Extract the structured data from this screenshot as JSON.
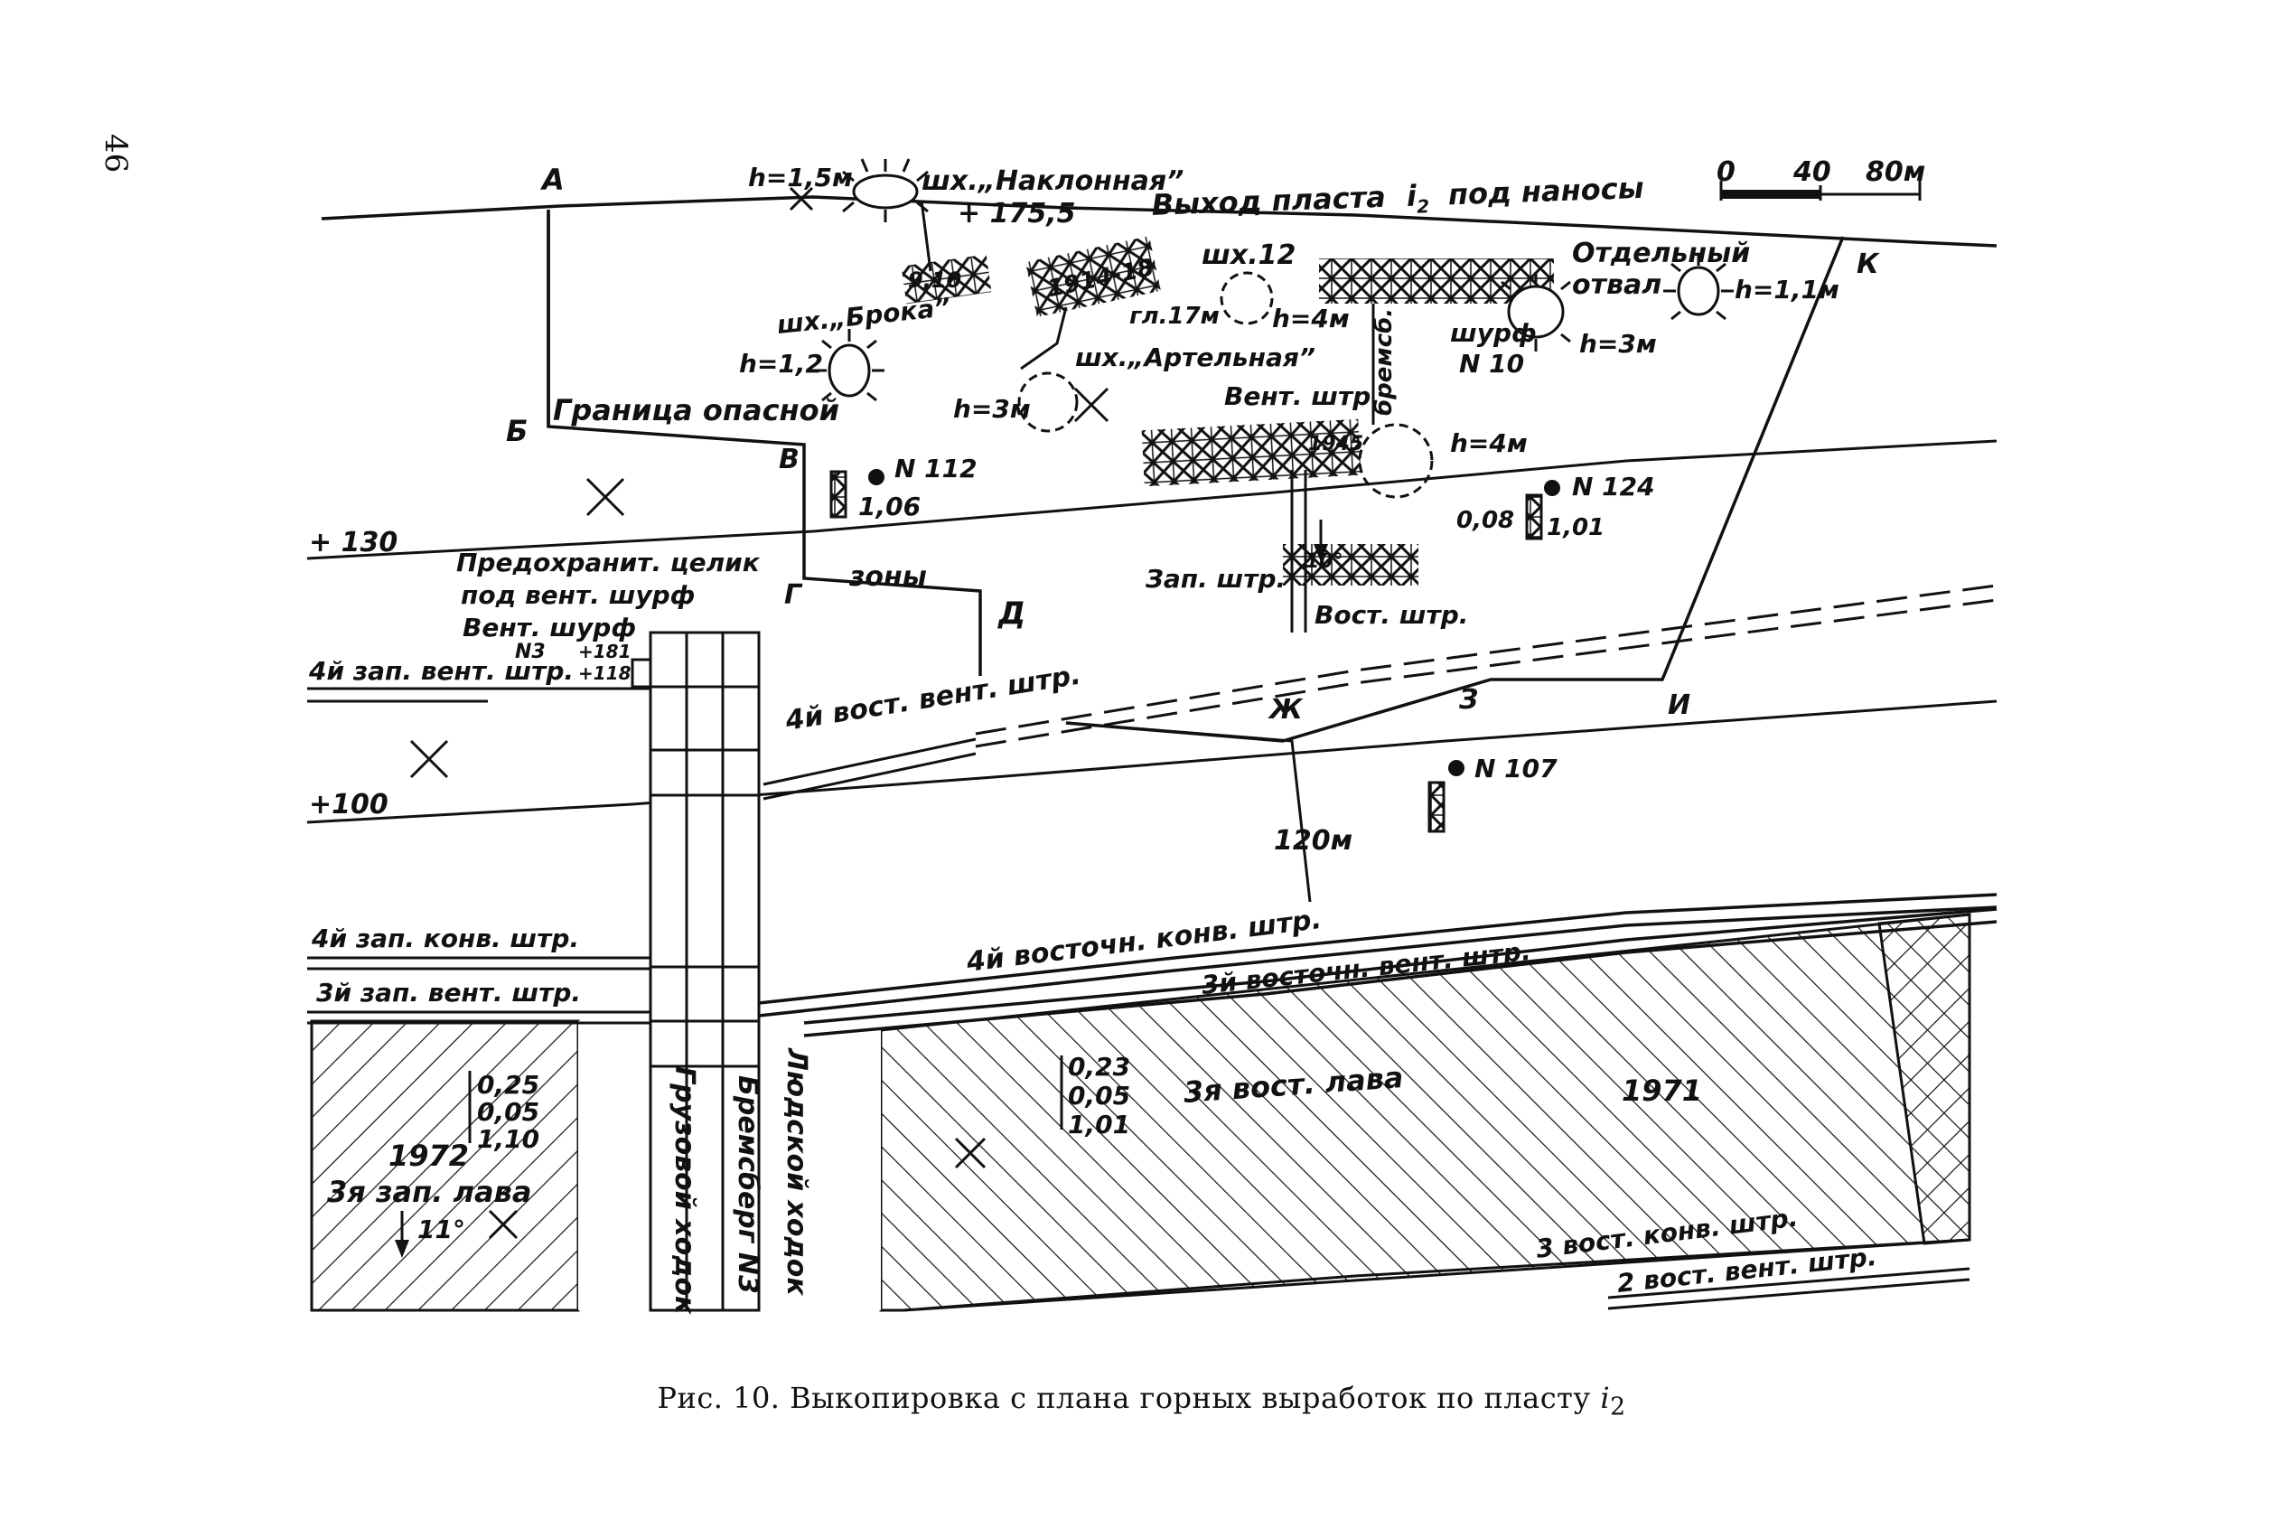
{
  "page_number": "46",
  "caption": {
    "text": "Рис. 10. Выкопировка с плана горных выработок по пласту",
    "seam": "i",
    "seam_sub": "2"
  },
  "scale": {
    "ticks": [
      "0",
      "40",
      "80м"
    ]
  },
  "points": {
    "A": "А",
    "B": "Б",
    "V": "В",
    "G": "Г",
    "D": "Д",
    "Zh": "Ж",
    "Z": "З",
    "I": "И",
    "K": "К"
  },
  "contours": {
    "c130": "+ 130",
    "c100": "+100"
  },
  "outcrop": {
    "label": "Выход пласта",
    "seam": "i",
    "seam_sub": "2",
    "suffix": "под наносы"
  },
  "shafts": {
    "naklonnaya": "шх.„Наклонная”",
    "naklonnaya_h": "h=1,5м",
    "naklonnaya_elev": "+ 175,5",
    "broka": "шх.„Брока”",
    "broka_h": "h=1,2",
    "broka_years": "9,10",
    "artelnaya": "шх.„Артельная”",
    "artelnaya_years": "1914-18",
    "artelnaya_depth": "гл.17м",
    "artelnaya_h": "h=3м",
    "sh12": "шх.12",
    "sh12_h": "h=4м",
    "otvaly_1": "Отдельный",
    "otvaly_2": "отвал",
    "otvaly_h": "h=1,1м",
    "shurf_1": "шурф",
    "shurf_2": "N 10",
    "shurf_h": "h=3м",
    "bremsb": "бремсб.",
    "vent_shtr": "Вент. штр.",
    "year_1945": "1945",
    "h4m_b": "h=4м",
    "dip_10": "10°",
    "zap_shtr": "Зап. штр.",
    "vost_shtr": "Вост. штр."
  },
  "danger_zone": {
    "line1": "Граница опасной",
    "line2": "зоны"
  },
  "boreholes": {
    "n112": "N 112",
    "n112_v": "1,06",
    "n124": "N 124",
    "n124_a": "0,08",
    "n124_b": "1,01",
    "n107": "N 107"
  },
  "pillar": {
    "line1": "Предохранит. целик",
    "line2": "под вент. шурф",
    "line3": "Вент. шурф",
    "n3": "N3",
    "e181": "+181",
    "e118": "+118"
  },
  "drifts": {
    "zap4_vent": "4й зап. вент. штр.",
    "vost4_vent": "4й вост. вент. штр.",
    "zap4_konv": "4й зап. конв. штр.",
    "zap3_vent": "3й зап. вент. штр.",
    "vost4_konv": "4й восточн. конв. штр.",
    "vost3_vent": "3й восточн. вент. штр.",
    "vost3_konv": "3 вост. конв. штр.",
    "vost2_vent": "2 вост. вент. штр.",
    "distance": "120м"
  },
  "incline": {
    "gruz": "Грузовой ходок",
    "brems": "Бремсберг N3",
    "lyud": "Людской ходок"
  },
  "lava_west": {
    "t1": "0,25",
    "t2": "0,05",
    "t3": "1,10",
    "year": "1972",
    "name": "3я зап. лава",
    "dip": "11°"
  },
  "lava_east": {
    "t1": "0,23",
    "t2": "0,05",
    "t3": "1,01",
    "name": "3я вост. лава",
    "year": "1971"
  }
}
